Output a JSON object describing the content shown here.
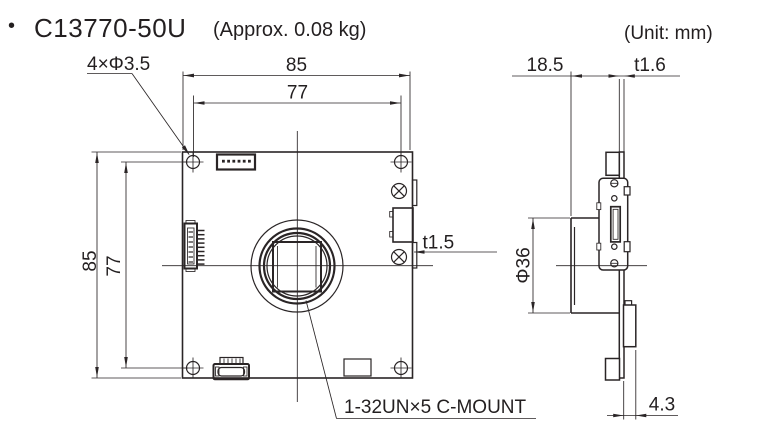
{
  "title": {
    "bullet": "•",
    "model": "C13770-50U",
    "weight": "(Approx. 0.08 kg)"
  },
  "unit_note": "(Unit: mm)",
  "front_view": {
    "dim_width_outer": "85",
    "dim_width_inner": "77",
    "dim_height_outer": "85",
    "dim_height_inner": "77",
    "hole_label": "4×Φ3.5",
    "plate_thickness": "t1.5",
    "mount_label": "1-32UN×5 C-MOUNT"
  },
  "side_view": {
    "dim_depth": "18.5",
    "board_thickness": "t1.6",
    "mount_diameter": "Φ36",
    "connector_offset": "4.3"
  },
  "colors": {
    "line": "#2a2526",
    "text": "#231f20",
    "background": "#ffffff"
  }
}
